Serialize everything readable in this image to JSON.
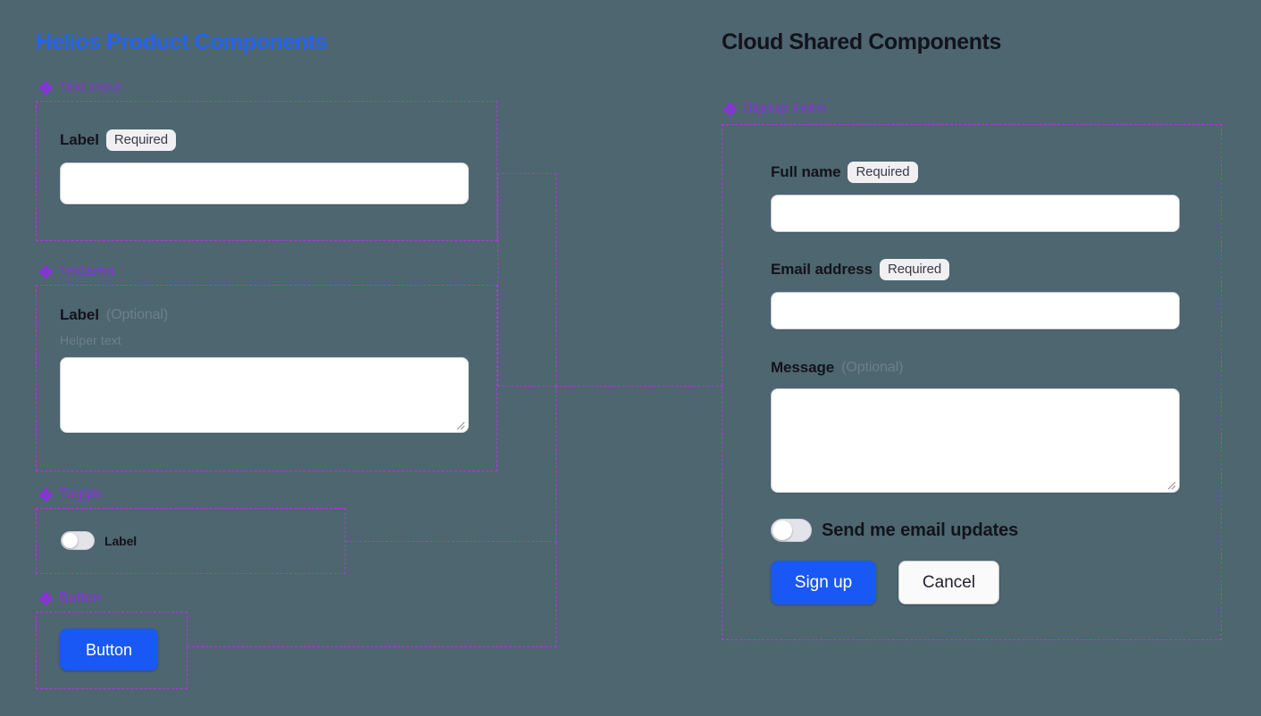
{
  "canvas": {
    "background_color": "#4d666f",
    "frame_color": "#b833e8",
    "accent_blue": "#2463f0",
    "button_blue": "#1a58f5",
    "label_purple": "#8b2fe0"
  },
  "boards": {
    "left": {
      "title": "Helios Product Components"
    },
    "right": {
      "title": "Cloud Shared Components"
    }
  },
  "left_components": [
    {
      "name": "Text Input",
      "icon": "component-diamond-icon"
    },
    {
      "name": "Textarea",
      "icon": "component-diamond-icon"
    },
    {
      "name": "Toggle",
      "icon": "component-diamond-icon"
    },
    {
      "name": "Button",
      "icon": "component-diamond-icon"
    }
  ],
  "text_input_component": {
    "label": "Label",
    "badge": "Required",
    "value": "",
    "placeholder": ""
  },
  "textarea_component": {
    "label": "Label",
    "optional": "(Optional)",
    "helper_text": "Helper text",
    "value": "",
    "placeholder": ""
  },
  "toggle_component": {
    "label": "Label",
    "state": "off"
  },
  "button_component": {
    "label": "Button"
  },
  "right_components": [
    {
      "name": "Signup Form",
      "icon": "component-diamond-icon"
    }
  ],
  "signup_form": {
    "fields": [
      {
        "label": "Full name",
        "badge": "Required",
        "type": "text",
        "value": "",
        "placeholder": ""
      },
      {
        "label": "Email address",
        "badge": "Required",
        "type": "text",
        "value": "",
        "placeholder": ""
      },
      {
        "label": "Message",
        "optional": "(Optional)",
        "type": "textarea",
        "value": "",
        "placeholder": ""
      }
    ],
    "toggle": {
      "label": "Send me email updates",
      "state": "off"
    },
    "actions": {
      "primary": "Sign up",
      "secondary": "Cancel"
    }
  }
}
